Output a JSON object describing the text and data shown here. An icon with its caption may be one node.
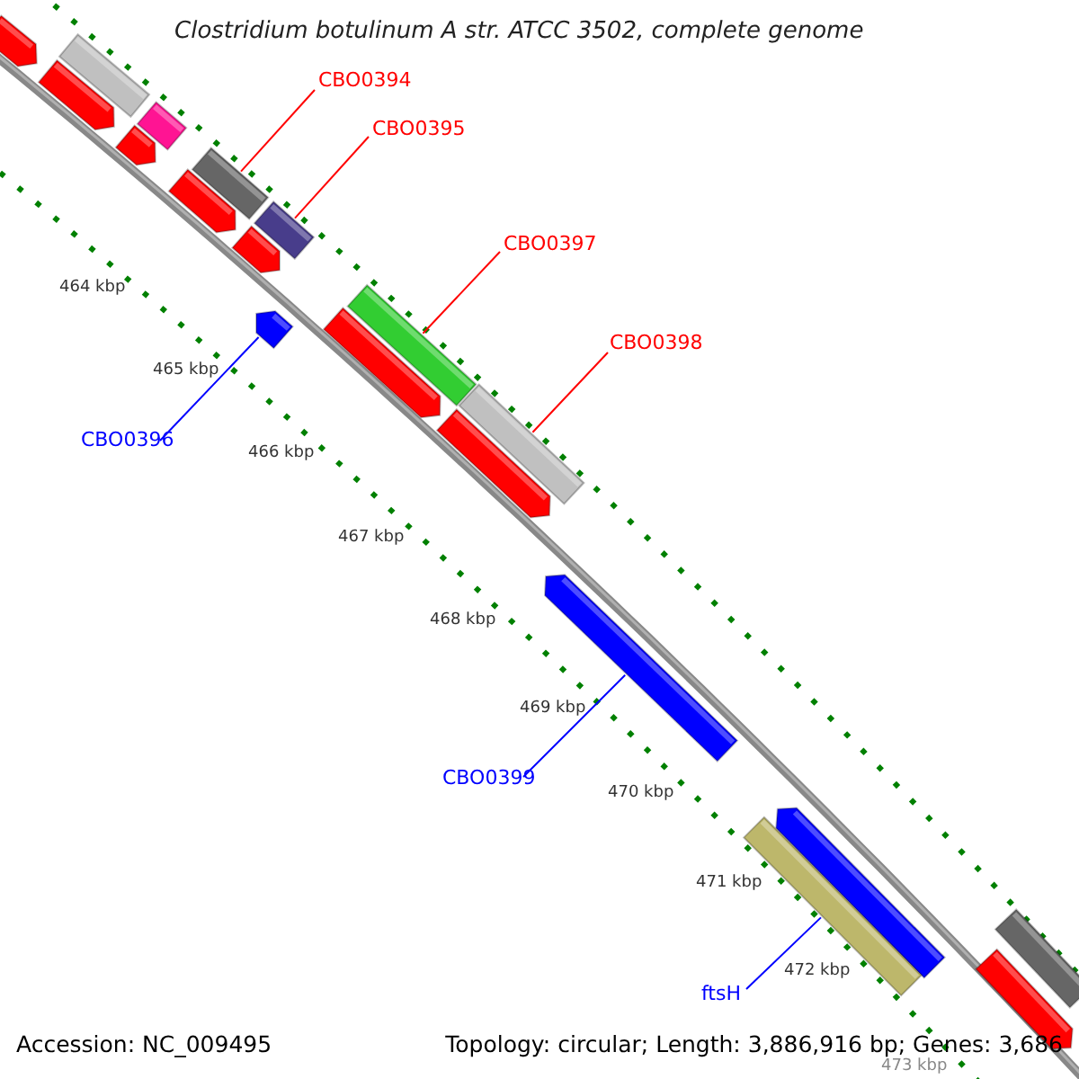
{
  "diagram": {
    "title": "Clostridium botulinum A str. ATCC 3502, complete genome",
    "nodes": [
      {
        "text": [],
        "shape": "bar"
      },
      {
        "text": [],
        "shape": "bar"
      },
      {
        "text": [],
        "shape": "bar"
      },
      {
        "text": [],
        "shape": "bar"
      },
      {
        "text": [],
        "shape": "bar"
      },
      {
        "text": [
          "CBO0394"
        ]
      },
      {
        "text": [
          "CBO0395"
        ]
      },
      {
        "text": [],
        "shape": "bar"
      },
      {
        "text": [],
        "shape": "bar"
      },
      {
        "text": [],
        "shape": "bar"
      },
      {
        "text": [
          "CBO0397"
        ]
      },
      {
        "text": [],
        "shape": "bar"
      },
      {
        "text": [],
        "shape": "bar"
      },
      {
        "text": [
          "CBO0398"
        ]
      },
      {
        "text": [],
        "shape": "bar"
      },
      {
        "text": [],
        "shape": "bar"
      },
      {
        "text": [],
        "shape": "bar"
      },
      {
        "text": [
          "CBO0396"
        ]
      },
      {
        "text": [],
        "shape": "bar"
      },
      {
        "text": [],
        "shape": "bar"
      },
      {
        "text": [
          "CBO0399"
        ]
      },
      {
        "text": [],
        "shape": "bar"
      },
      {
        "text": [],
        "shape": "bar"
      },
      {
        "text": [
          "ftsH"
        ]
      },
      {
        "text": [],
        "shape": "bar"
      },
      {
        "text": [],
        "shape": "bar"
      }
    ],
    "edges": [
      {
        "from": 5,
        "to": 7,
        "arrow": "none"
      },
      {
        "from": 6,
        "to": 9,
        "arrow": "none"
      },
      {
        "from": 10,
        "to": 14,
        "arrow": "none"
      },
      {
        "from": 13,
        "to": 16,
        "arrow": "none"
      },
      {
        "from": 17,
        "to": 12,
        "arrow": "none",
        "color": "#0000ff"
      },
      {
        "from": 20,
        "to": 19,
        "arrow": "none",
        "color": "#0000ff"
      },
      {
        "from": 23,
        "to": 22,
        "arrow": "none",
        "color": "#0000ff"
      }
    ],
    "labels": [
      "464 kbp",
      "465 kbp",
      "466 kbp",
      "467 kbp",
      "468 kbp",
      "469 kbp",
      "470 kbp",
      "471 kbp",
      "472 kbp",
      "473 kbp",
      "Accession: NC_009495",
      "Topology: circular; Length: 3,886,916 bp; Genes: 3,686"
    ]
  }
}
